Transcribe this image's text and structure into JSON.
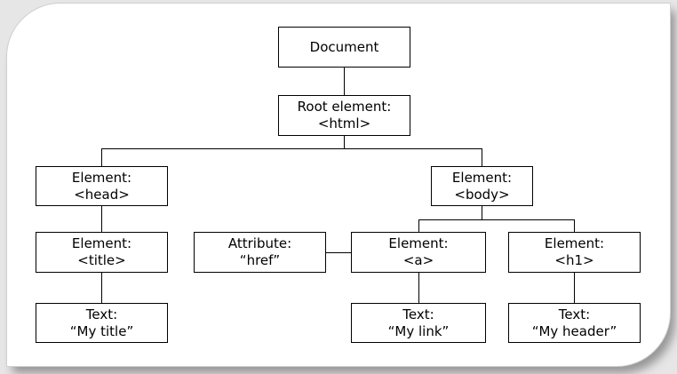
{
  "nodes": {
    "document": {
      "line1": "Document"
    },
    "root": {
      "line1": "Root element:",
      "line2": "<html>"
    },
    "head": {
      "line1": "Element:",
      "line2": "<head>"
    },
    "body": {
      "line1": "Element:",
      "line2": "<body>"
    },
    "title": {
      "line1": "Element:",
      "line2": "<title>"
    },
    "attribute": {
      "line1": "Attribute:",
      "line2": "“href”"
    },
    "a": {
      "line1": "Element:",
      "line2": "<a>"
    },
    "h1": {
      "line1": "Element:",
      "line2": "<h1>"
    },
    "text_title": {
      "line1": "Text:",
      "line2": "“My title”"
    },
    "text_link": {
      "line1": "Text:",
      "line2": "“My link”"
    },
    "text_header": {
      "line1": "Text:",
      "line2": "“My header”"
    }
  }
}
